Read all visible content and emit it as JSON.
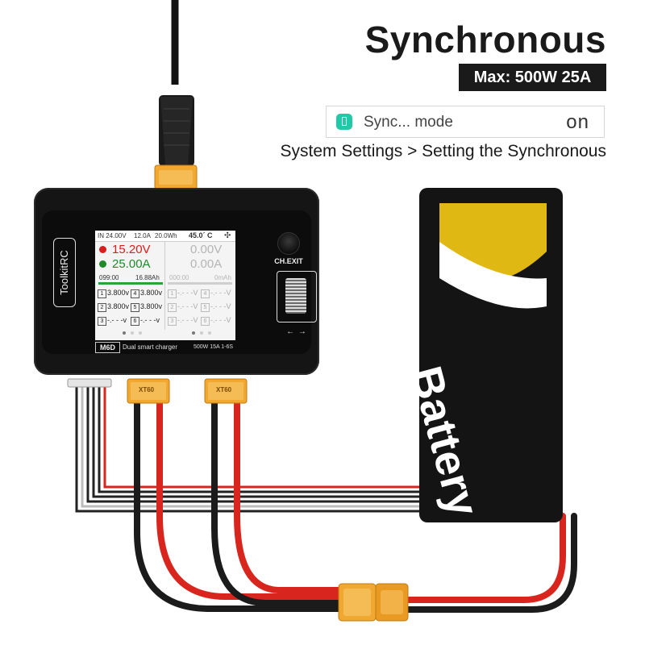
{
  "header": {
    "title": "Synchronous",
    "max_badge": "Max: 500W 25A"
  },
  "setting": {
    "icon": "battery-sync-icon",
    "label": "Sync... mode",
    "value": "on",
    "path": "System Settings  > Setting the Synchronous"
  },
  "charger": {
    "brand": "ToolkitRC",
    "model": "M6D",
    "subtitle": "Dual smart charger",
    "spec": "500W 15A 1-6S",
    "ch_exit_label": "CH.EXIT",
    "nav_arrows": "← →",
    "screen": {
      "input_voltage": "IN 24.00V",
      "input_current": "12.0A",
      "input_energy": "20.0Wh",
      "temperature": "45.0´ C",
      "ch1": {
        "voltage": "15.20V",
        "current": "25.00A",
        "time": "099:00",
        "capacity": "16.88Ah",
        "cells": [
          "3.800v",
          "3.800v",
          "3.800v",
          "3.800v",
          "-.- - -v",
          "-.- - -v"
        ]
      },
      "ch2": {
        "voltage": "0.00V",
        "current": "0.00A",
        "time": "000:00",
        "capacity": "0mAh",
        "cells": [
          "-.- - -V",
          "-.- - -V",
          "-.- - -V",
          "-.- - -V",
          "-.- - -V",
          "-.- - -V"
        ]
      }
    }
  },
  "connectors": {
    "xt_label": "XT60"
  },
  "battery": {
    "label": "Battery"
  },
  "colors": {
    "battery_yellow": "#e0b814",
    "wire_red": "#d8261f",
    "wire_black": "#1b1b1b",
    "connector_yellow": "#f0a830",
    "sync_icon_green": "#22c9a8"
  }
}
